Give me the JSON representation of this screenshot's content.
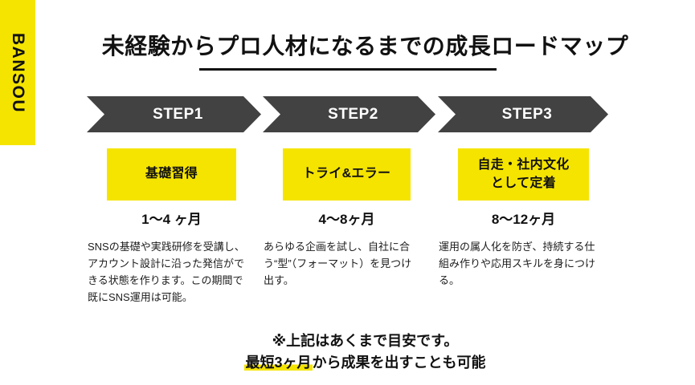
{
  "brand": {
    "name": "BANSOU",
    "bar_color": "#F5E400"
  },
  "title": {
    "text": "未経験からプロ人材になるまでの成長ロードマップ"
  },
  "colors": {
    "accent_yellow": "#F5E400",
    "chevron_gray": "#424242",
    "text_black": "#111111"
  },
  "steps": [
    {
      "step_label": "STEP1",
      "phase": "基礎習得",
      "duration": "1〜4 ヶ月",
      "description": "SNSの基礎や実践研修を受講し、アカウント設計に沿った発信ができる状態を作ります。この期間で既にSNS運用は可能。"
    },
    {
      "step_label": "STEP2",
      "phase": "トライ&エラー",
      "duration": "4〜8ヶ月",
      "description": "あらゆる企画を試し、自社に合う“型”（フォーマット）を見つけ出す。"
    },
    {
      "step_label": "STEP3",
      "phase": "自走・社内文化\nとして定着",
      "duration": "8〜12ヶ月",
      "description": "運用の属人化を防ぎ、持続する仕組み作りや応用スキルを身につける。"
    }
  ],
  "footer": {
    "line1": "※上記はあくまで目安です。",
    "line2_highlight": "最短3ヶ月",
    "line2_rest": "から成果を出すことも可能"
  }
}
